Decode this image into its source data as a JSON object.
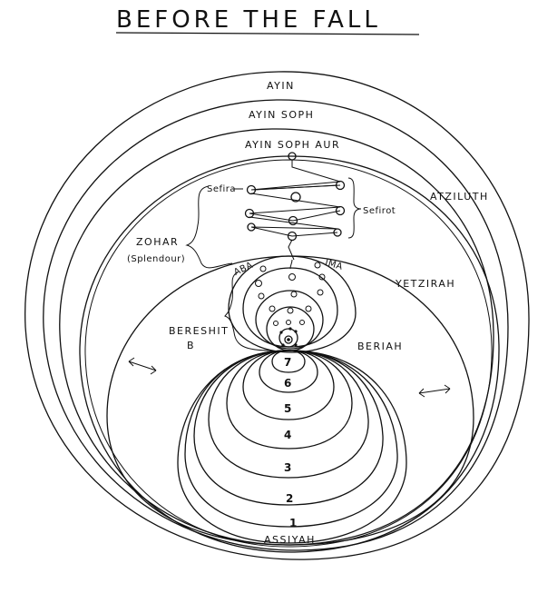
{
  "title": "BEFORE THE FALL",
  "labels": {
    "ayin": "AYIN",
    "ayin_soph": "AYIN SOPH",
    "ayin_soph_aur": "AYIN SOPH AUR",
    "atziluth": "ATZILUTH",
    "yetzirah": "YETZIRAH",
    "beriah": "BERIAH",
    "assiyah": "ASSIYAH",
    "sefira": "Sefira",
    "sefirot": "Sefirot",
    "zohar": "ZOHAR",
    "splendour": "(Splendour)",
    "aba": "ABA",
    "ima": "IMA",
    "bereshit": "BERESHIT",
    "bereshit_b": "B"
  },
  "levels": [
    "7",
    "6",
    "5",
    "4",
    "3",
    "2",
    "1"
  ],
  "arrows": [
    "left-right-arrow",
    "left-right-arrow"
  ]
}
